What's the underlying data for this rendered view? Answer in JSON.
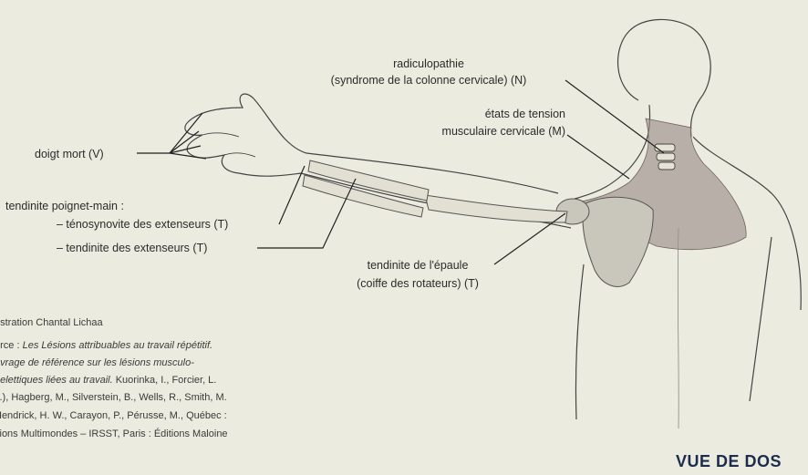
{
  "labels": {
    "radiculopathie": "radiculopathie",
    "syndrome": "(syndrome de la colonne cervicale) (N)",
    "etats_tension": "états de tension",
    "musculaire": "musculaire cervicale (M)",
    "doigt_mort": "doigt mort (V)",
    "tendinite_poignet": "tendinite poignet-main :",
    "tenosynovite": "– ténosynovite des extenseurs (T)",
    "tendinite_ext": "– tendinite des extenseurs (T)",
    "tendinite_epaule": "tendinite de l'épaule",
    "coiffe": "(coiffe des rotateurs) (T)"
  },
  "credits": {
    "illustration": "ustration Chantal Lichaa",
    "source_prefix": "urce : ",
    "source_title_1": "Les Lésions attribuables au travail répétitif.",
    "source_title_2": "uvrage de référence sur les lésions musculo-",
    "source_title_3": "uelettiques liées au travail.",
    "source_authors_1": " Kuorinka, I., Forcier, L.",
    "source_authors_2": "ir.), Hagberg, M., Silverstein, B., Wells, R., Smith, M.",
    "source_authors_3": " Hendrick, H. W., Carayon, P., Pérusse, M., Québec :",
    "source_authors_4": "itions Multimondes – IRSST, Paris : Éditions Maloine"
  },
  "view_title": "VUE DE DOS",
  "colors": {
    "background": "#ebebdf",
    "line": "#222222",
    "muscle_shade": "#9c8f8a",
    "title": "#1c2c4c"
  }
}
